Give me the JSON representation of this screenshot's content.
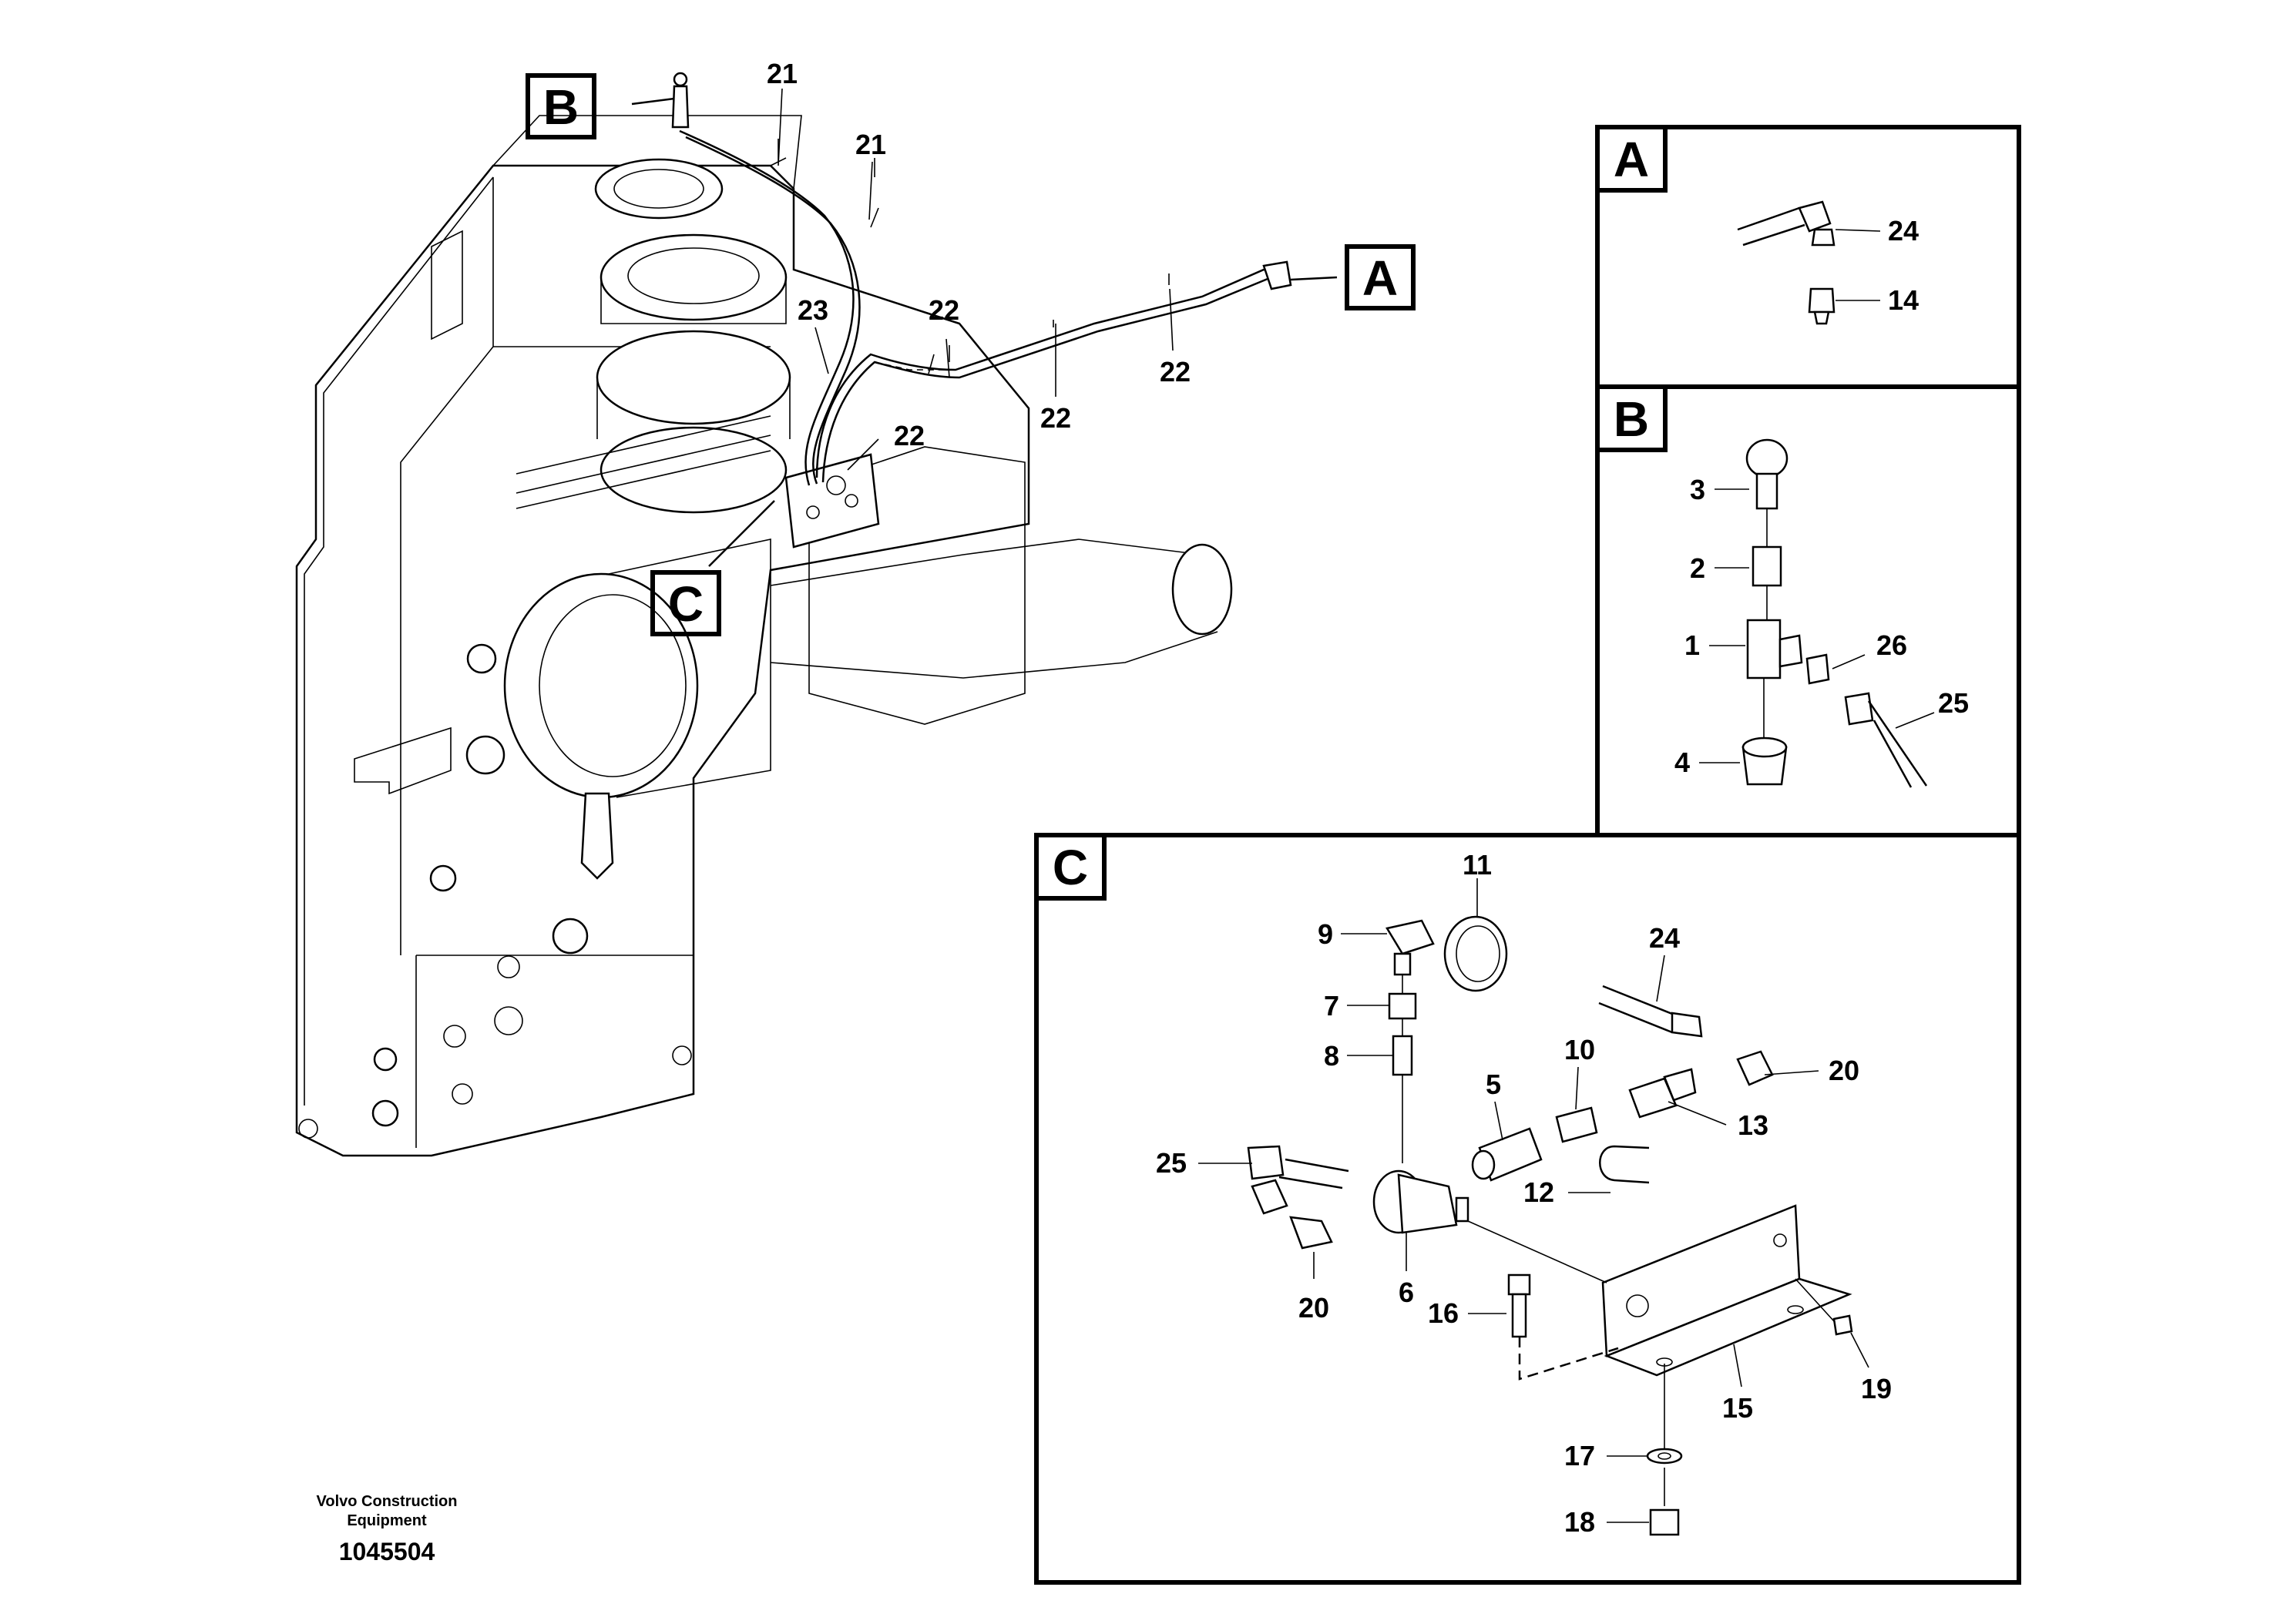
{
  "drawing": {
    "footer_brand_line1": "Volvo Construction",
    "footer_brand_line2": "Equipment",
    "footer_drawing_number": "1045504"
  },
  "main_view": {
    "callouts": {
      "b": "B",
      "a": "A",
      "c": "C"
    },
    "labels": {
      "l21a": "21",
      "l21b": "21",
      "l23": "23",
      "l22a": "22",
      "l22b": "22",
      "l22c": "22",
      "l22d": "22"
    }
  },
  "detail_a": {
    "title": "A",
    "labels": {
      "l24": "24",
      "l14": "14"
    }
  },
  "detail_b": {
    "title": "B",
    "labels": {
      "l3": "3",
      "l2": "2",
      "l1": "1",
      "l26": "26",
      "l25": "25",
      "l4": "4"
    }
  },
  "detail_c": {
    "title": "C",
    "labels": {
      "l11": "11",
      "l9": "9",
      "l7": "7",
      "l8": "8",
      "l24": "24",
      "l10": "10",
      "l5": "5",
      "l20a": "20",
      "l13": "13",
      "l25": "25",
      "l12": "12",
      "l6": "6",
      "l20b": "20",
      "l16": "16",
      "l15": "15",
      "l19": "19",
      "l17": "17",
      "l18": "18"
    }
  }
}
